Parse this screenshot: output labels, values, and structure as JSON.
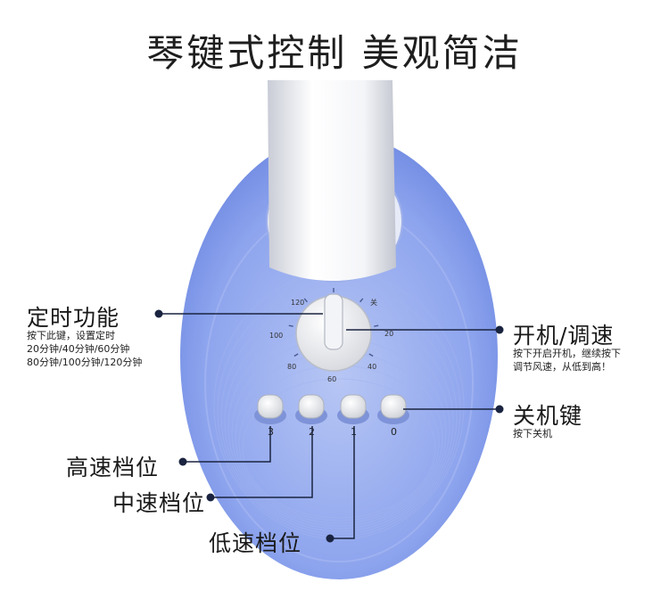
{
  "title": "琴键式控制 美观简洁",
  "dial": {
    "marks": [
      "120",
      "关",
      "100",
      "20",
      "80",
      "40",
      "60"
    ]
  },
  "buttons": {
    "numbers": [
      "3",
      "2",
      "1",
      "0"
    ]
  },
  "callouts": {
    "timer": {
      "title": "定时功能",
      "desc1": "按下此键，设置定时",
      "desc2": "20分钟/40分钟/60分钟",
      "desc3": "80分钟/100分钟/120分钟"
    },
    "power_speed": {
      "title": "开机/调速",
      "desc1": "按下开启开机，继续按下",
      "desc2": "调节风速，从低到高！"
    },
    "off_key": {
      "title": "关机键",
      "desc1": "按下关机"
    },
    "high": "高速档位",
    "mid": "中速档位",
    "low": "低速档位"
  },
  "colors": {
    "base_blue": "#8aa2ec",
    "base_blue_dark": "#5f7bd9",
    "line": "#1a2440"
  }
}
